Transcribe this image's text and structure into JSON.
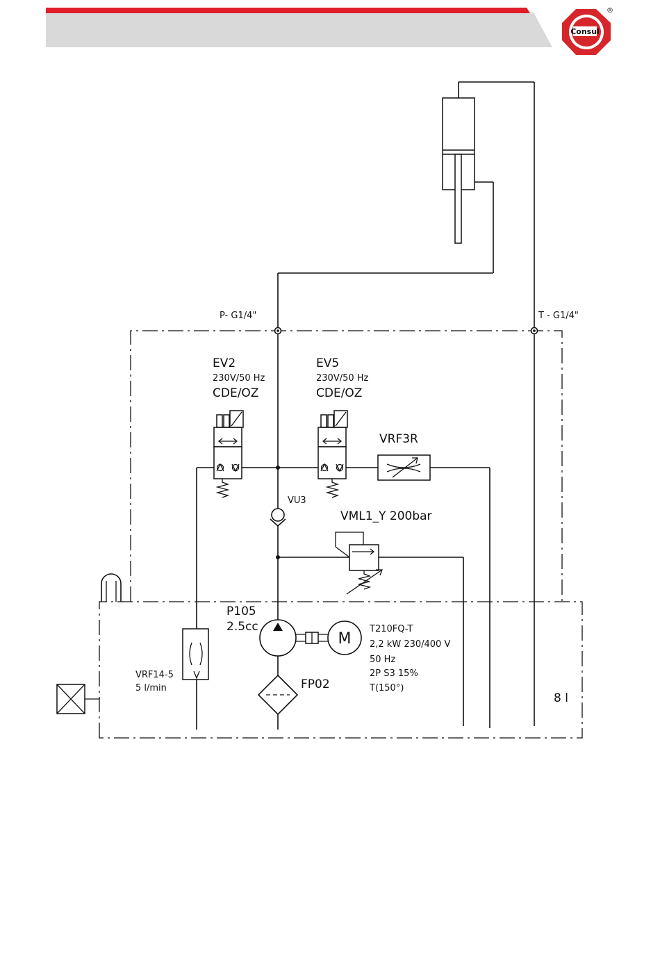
{
  "brand": {
    "logo_text": "Consul",
    "registered_mark": "®",
    "colors": {
      "accent_red": "#e11d2a",
      "header_gray": "#d9d9d9",
      "logo_red": "#d7262b"
    }
  },
  "ports": {
    "pressure": "P- G1/4\"",
    "tank": "T - G1/4\""
  },
  "valves": {
    "ev2": {
      "name": "EV2",
      "spec": "230V/50 Hz",
      "type": "CDE/OZ"
    },
    "ev5": {
      "name": "EV5",
      "spec": "230V/50 Hz",
      "type": "CDE/OZ"
    },
    "vrf3r": {
      "name": "VRF3R"
    },
    "vu3": {
      "name": "VU3"
    },
    "vml1": {
      "name": "VML1_Y 200bar"
    },
    "vrf14": {
      "name": "VRF14-5",
      "flow": "5 l/min"
    }
  },
  "pump": {
    "name": "P105",
    "displacement": "2.5cc"
  },
  "motor": {
    "symbol": "M",
    "model": "T210FQ-T",
    "power": "2,2 kW 230/400 V",
    "frequency": "50 Hz",
    "poles_duty": "2P S3 15%",
    "thermal": "T(150°)"
  },
  "filter": {
    "name": "FP02"
  },
  "tank": {
    "volume": "8 l"
  }
}
